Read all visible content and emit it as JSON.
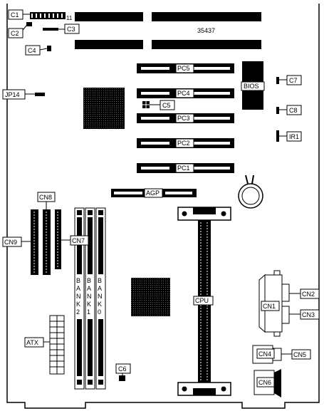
{
  "board": {
    "serial": "35437",
    "slots": {
      "pc5": "PC5",
      "pc4": "PC4",
      "pc3": "PC3",
      "pc2": "PC2",
      "pc1": "PC1",
      "agp": "AGP"
    },
    "bios": "BIOS",
    "cpu": "CPU",
    "bank_labels": {
      "bank2": [
        "B",
        "A",
        "N",
        "K",
        "2"
      ],
      "bank1": [
        "B",
        "A",
        "N",
        "K",
        "1"
      ],
      "bank0": [
        "B",
        "A",
        "N",
        "K",
        "0"
      ]
    },
    "pin_marker": "11"
  },
  "callouts": {
    "c1": "C1",
    "c2": "C2",
    "c3": "C3",
    "c4": "C4",
    "c5": "C5",
    "c6": "C6",
    "c7": "C7",
    "c8": "C8",
    "jp14": "JP14",
    "ir1": "IR1",
    "cn1": "CN1",
    "cn2": "CN2",
    "cn3": "CN3",
    "cn4": "CN4",
    "cn5": "CN5",
    "cn6": "CN6",
    "cn7": "CN7",
    "cn8": "CN8",
    "cn9": "CN9",
    "atx": "ATX"
  }
}
